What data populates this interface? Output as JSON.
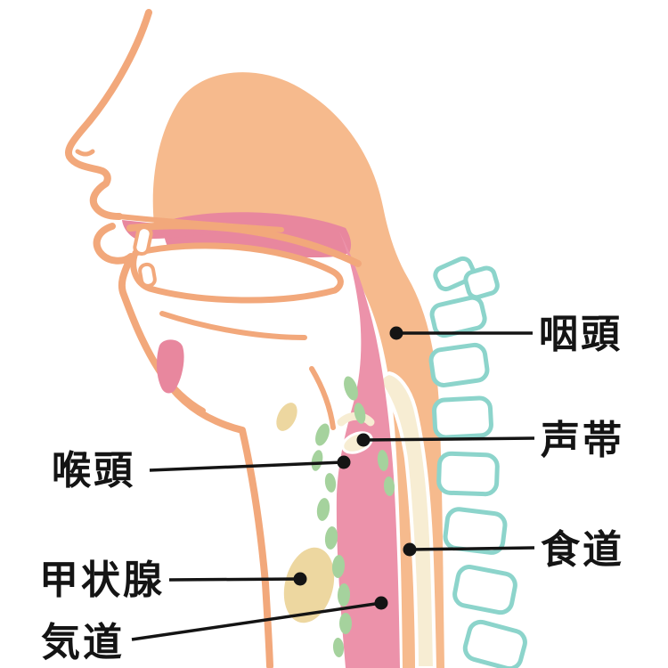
{
  "diagram": {
    "labels": {
      "pharynx": "咽頭",
      "vocal_cords": "声帯",
      "esophagus": "食道",
      "larynx": "喉頭",
      "thyroid": "甲状腺",
      "airway": "気道"
    },
    "colors": {
      "skin_stroke": "#F2A87B",
      "skin_fill": "#F6BA8D",
      "cavity_pink": "#E8879E",
      "throat_pink": "#EC92AA",
      "cream": "#F7EDD3",
      "tan": "#EDD7A0",
      "teal": "#8CD4CB",
      "green": "#A5D29D",
      "ink": "#141414"
    }
  }
}
